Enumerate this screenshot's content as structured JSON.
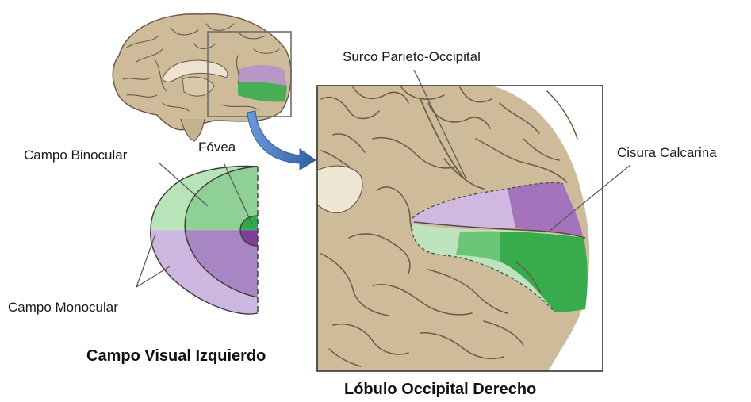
{
  "labels": {
    "surco_parieto_occipital": "Surco Parieto-Occipital",
    "cisura_calcarina": "Cisura Calcarina",
    "campo_binocular": "Campo Binocular",
    "fovea": "Fóvea",
    "campo_monocular": "Campo Monocular"
  },
  "titles": {
    "campo_visual_izquierdo": "Campo Visual Izquierdo",
    "lobulo_occipital_derecho": "Lóbulo Occipital Derecho"
  },
  "colors": {
    "brain_tan": "#cdbb9a",
    "sulcus_line": "#6b5a45",
    "binocular_green": "#7ccc85",
    "binocular_green_light": "#b9e3b9",
    "fovea_green": "#2faa4a",
    "monocular_purple": "#c7b0d8",
    "monocular_purple_dark": "#9a6fb7",
    "fovea_purple": "#7f3f9a",
    "arrow_blue": "#3d6fb8"
  }
}
